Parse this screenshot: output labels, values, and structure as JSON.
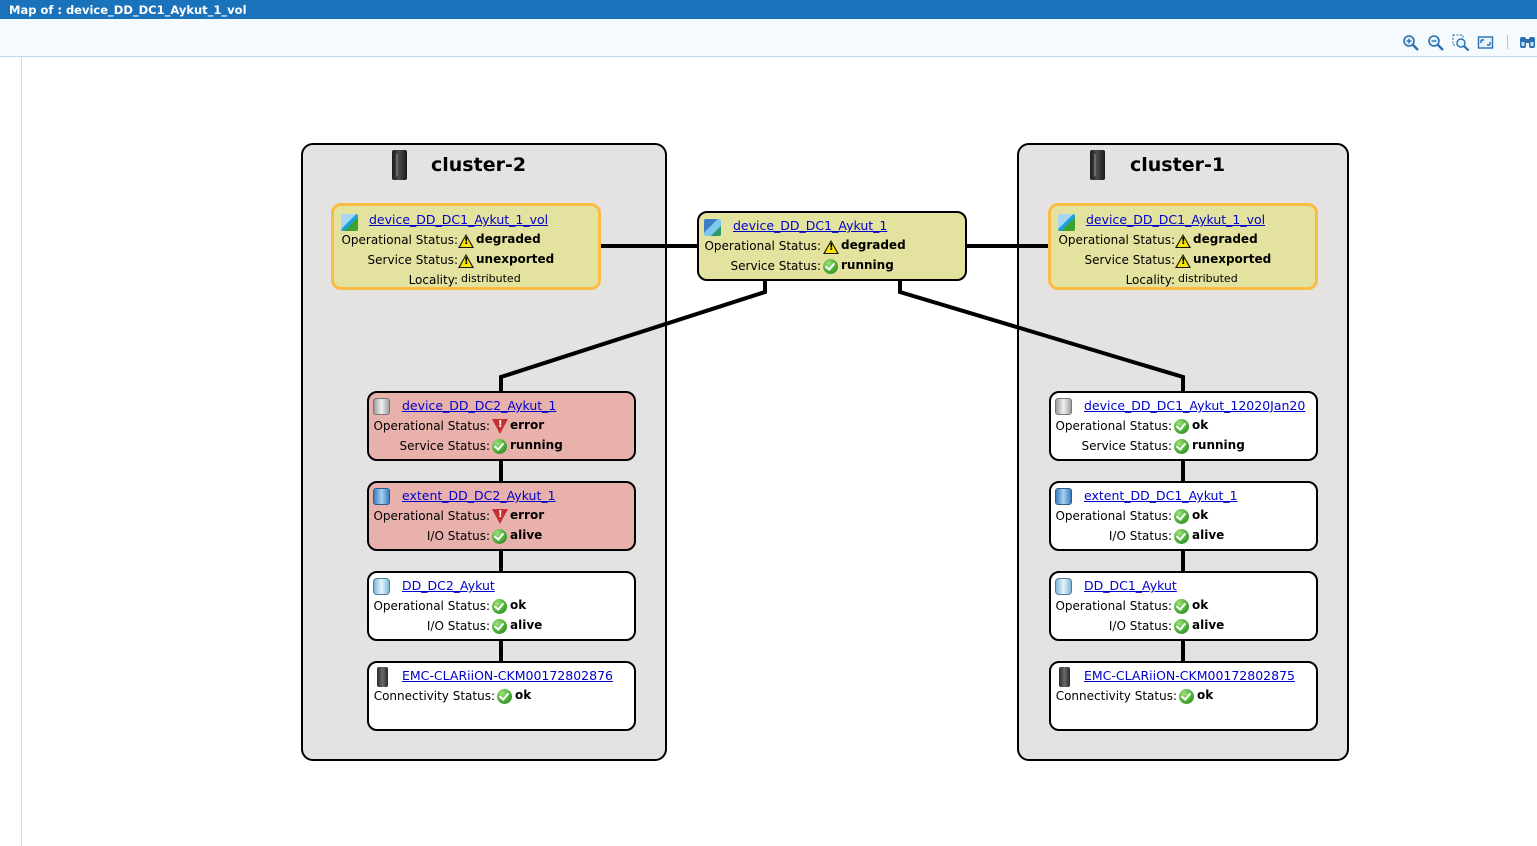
{
  "window": {
    "title": "Map of : device_DD_DC1_Aykut_1_vol"
  },
  "toolbar": {
    "buttons": [
      "zoom-in-icon",
      "zoom-out-icon",
      "zoom-fit-icon",
      "fit-page-icon",
      "find-icon"
    ]
  },
  "top_device": {
    "name": "device_DD_DC1_Aykut_1",
    "rows": [
      {
        "label": "Operational Status:",
        "status": "warning",
        "value": "degraded"
      },
      {
        "label": "Service Status:",
        "status": "ok",
        "value": "running"
      }
    ]
  },
  "clusters": [
    {
      "name": "cluster-2",
      "volume": {
        "name": "device_DD_DC1_Aykut_1_vol",
        "rows": [
          {
            "label": "Operational Status:",
            "status": "warning",
            "value": "degraded"
          },
          {
            "label": "Service Status:",
            "status": "warning",
            "value": "unexported"
          },
          {
            "label": "Locality:",
            "status": "none",
            "value": "distributed"
          }
        ]
      },
      "stack": [
        {
          "name": "device_DD_DC2_Aykut_1",
          "state": "error",
          "icon": "disk-icon",
          "rows": [
            {
              "label": "Operational Status:",
              "status": "error",
              "value": "error"
            },
            {
              "label": "Service Status:",
              "status": "ok",
              "value": "running"
            }
          ]
        },
        {
          "name": "extent_DD_DC2_Aykut_1",
          "state": "error",
          "icon": "extent-icon",
          "rows": [
            {
              "label": "Operational Status:",
              "status": "error",
              "value": "error"
            },
            {
              "label": "I/O Status:",
              "status": "ok",
              "value": "alive"
            }
          ]
        },
        {
          "name": "DD_DC2_Aykut",
          "state": "normal",
          "icon": "storage-volume-icon",
          "rows": [
            {
              "label": "Operational Status:",
              "status": "ok",
              "value": "ok"
            },
            {
              "label": "I/O Status:",
              "status": "ok",
              "value": "alive"
            }
          ]
        },
        {
          "name": "EMC-CLARiiON-CKM00172802876",
          "state": "normal",
          "icon": "storage-array-icon",
          "rows": [
            {
              "label": "Connectivity Status:",
              "status": "ok",
              "value": "ok"
            }
          ]
        }
      ]
    },
    {
      "name": "cluster-1",
      "volume": {
        "name": "device_DD_DC1_Aykut_1_vol",
        "rows": [
          {
            "label": "Operational Status:",
            "status": "warning",
            "value": "degraded"
          },
          {
            "label": "Service Status:",
            "status": "warning",
            "value": "unexported"
          },
          {
            "label": "Locality:",
            "status": "none",
            "value": "distributed"
          }
        ]
      },
      "stack": [
        {
          "name": "device_DD_DC1_Aykut_12020Jan20",
          "state": "normal",
          "icon": "disk-icon",
          "rows": [
            {
              "label": "Operational Status:",
              "status": "ok",
              "value": "ok"
            },
            {
              "label": "Service Status:",
              "status": "ok",
              "value": "running"
            }
          ]
        },
        {
          "name": "extent_DD_DC1_Aykut_1",
          "state": "normal",
          "icon": "extent-icon",
          "rows": [
            {
              "label": "Operational Status:",
              "status": "ok",
              "value": "ok"
            },
            {
              "label": "I/O Status:",
              "status": "ok",
              "value": "alive"
            }
          ]
        },
        {
          "name": "DD_DC1_Aykut",
          "state": "normal",
          "icon": "storage-volume-icon",
          "rows": [
            {
              "label": "Operational Status:",
              "status": "ok",
              "value": "ok"
            },
            {
              "label": "I/O Status:",
              "status": "ok",
              "value": "alive"
            }
          ]
        },
        {
          "name": "EMC-CLARiiON-CKM00172802875",
          "state": "normal",
          "icon": "storage-array-icon",
          "rows": [
            {
              "label": "Connectivity Status:",
              "status": "ok",
              "value": "ok"
            }
          ]
        }
      ]
    }
  ]
}
